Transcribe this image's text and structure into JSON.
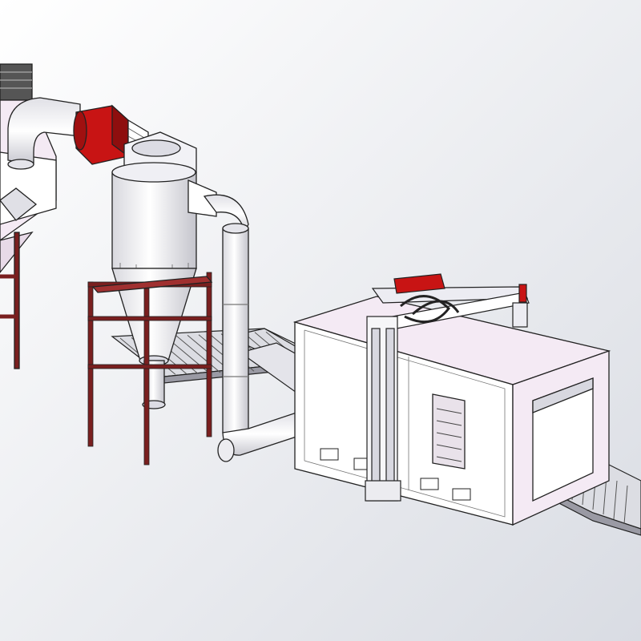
{
  "colors": {
    "background_top": "#ffffff",
    "background_bottom": "#d9dce3",
    "equipment_pink": "#f4eaf4",
    "equipment_white": "#ffffff",
    "frame_brown": "#7a1f1f",
    "accent_red": "#c81414",
    "rail_gray": "#c9cbd2",
    "outline": "#222222"
  },
  "components": [
    {
      "id": "dust-collector",
      "label": ""
    },
    {
      "id": "connecting-duct",
      "label": ""
    },
    {
      "id": "exhaust-fan",
      "label": ""
    },
    {
      "id": "cyclone-separator",
      "label": ""
    },
    {
      "id": "return-duct",
      "label": ""
    },
    {
      "id": "roller-conveyor",
      "label": ""
    },
    {
      "id": "spray-booth",
      "label": ""
    },
    {
      "id": "reciprocator-lifter",
      "label": ""
    }
  ]
}
